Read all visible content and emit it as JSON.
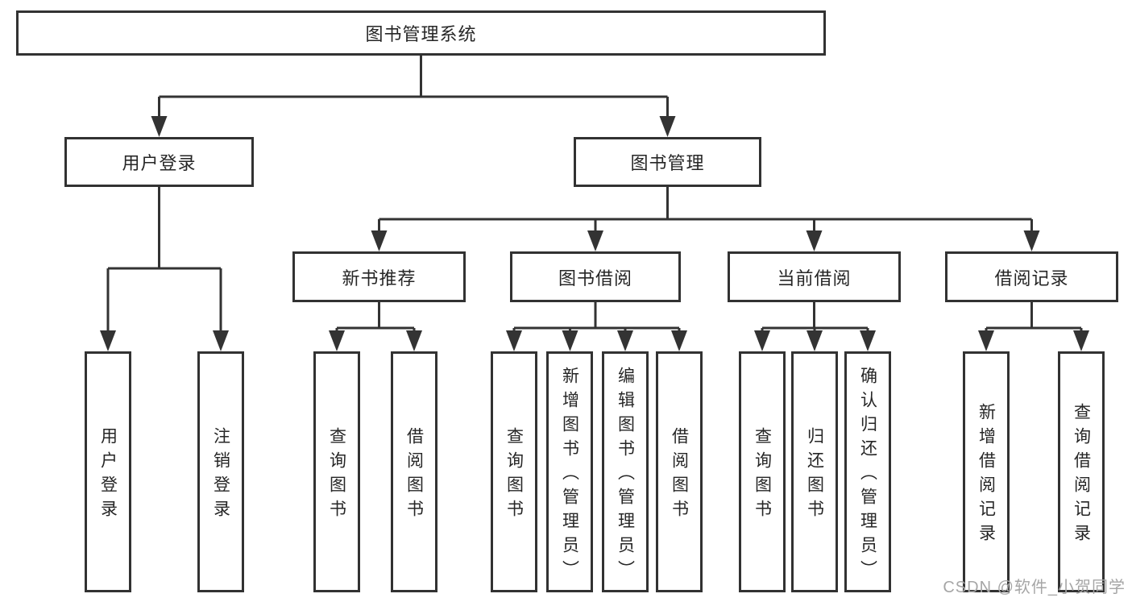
{
  "tree": {
    "root": {
      "label": "图书管理系统"
    },
    "level2": [
      {
        "label": "用户登录",
        "children": [
          {
            "label": "用户登录"
          },
          {
            "label": "注销登录"
          }
        ]
      },
      {
        "label": "图书管理",
        "sections": [
          {
            "label": "新书推荐",
            "children": [
              {
                "label": "查询图书"
              },
              {
                "label": "借阅图书"
              }
            ]
          },
          {
            "label": "图书借阅",
            "children": [
              {
                "label": "查询图书"
              },
              {
                "label": "新增图书（管理员）"
              },
              {
                "label": "编辑图书（管理员）"
              },
              {
                "label": "借阅图书"
              }
            ]
          },
          {
            "label": "当前借阅",
            "children": [
              {
                "label": "查询图书"
              },
              {
                "label": "归还图书"
              },
              {
                "label": "确认归还（管理员）"
              }
            ]
          },
          {
            "label": "借阅记录",
            "children": [
              {
                "label": "新增借阅记录"
              },
              {
                "label": "查询借阅记录"
              }
            ]
          }
        ]
      }
    ]
  },
  "watermark": {
    "text": "CSDN @软件_小贺同学"
  },
  "colors": {
    "line": "#333333",
    "border": "#323232",
    "text": "#262626",
    "watermark": "#a6a6a6",
    "background": "#ffffff"
  }
}
